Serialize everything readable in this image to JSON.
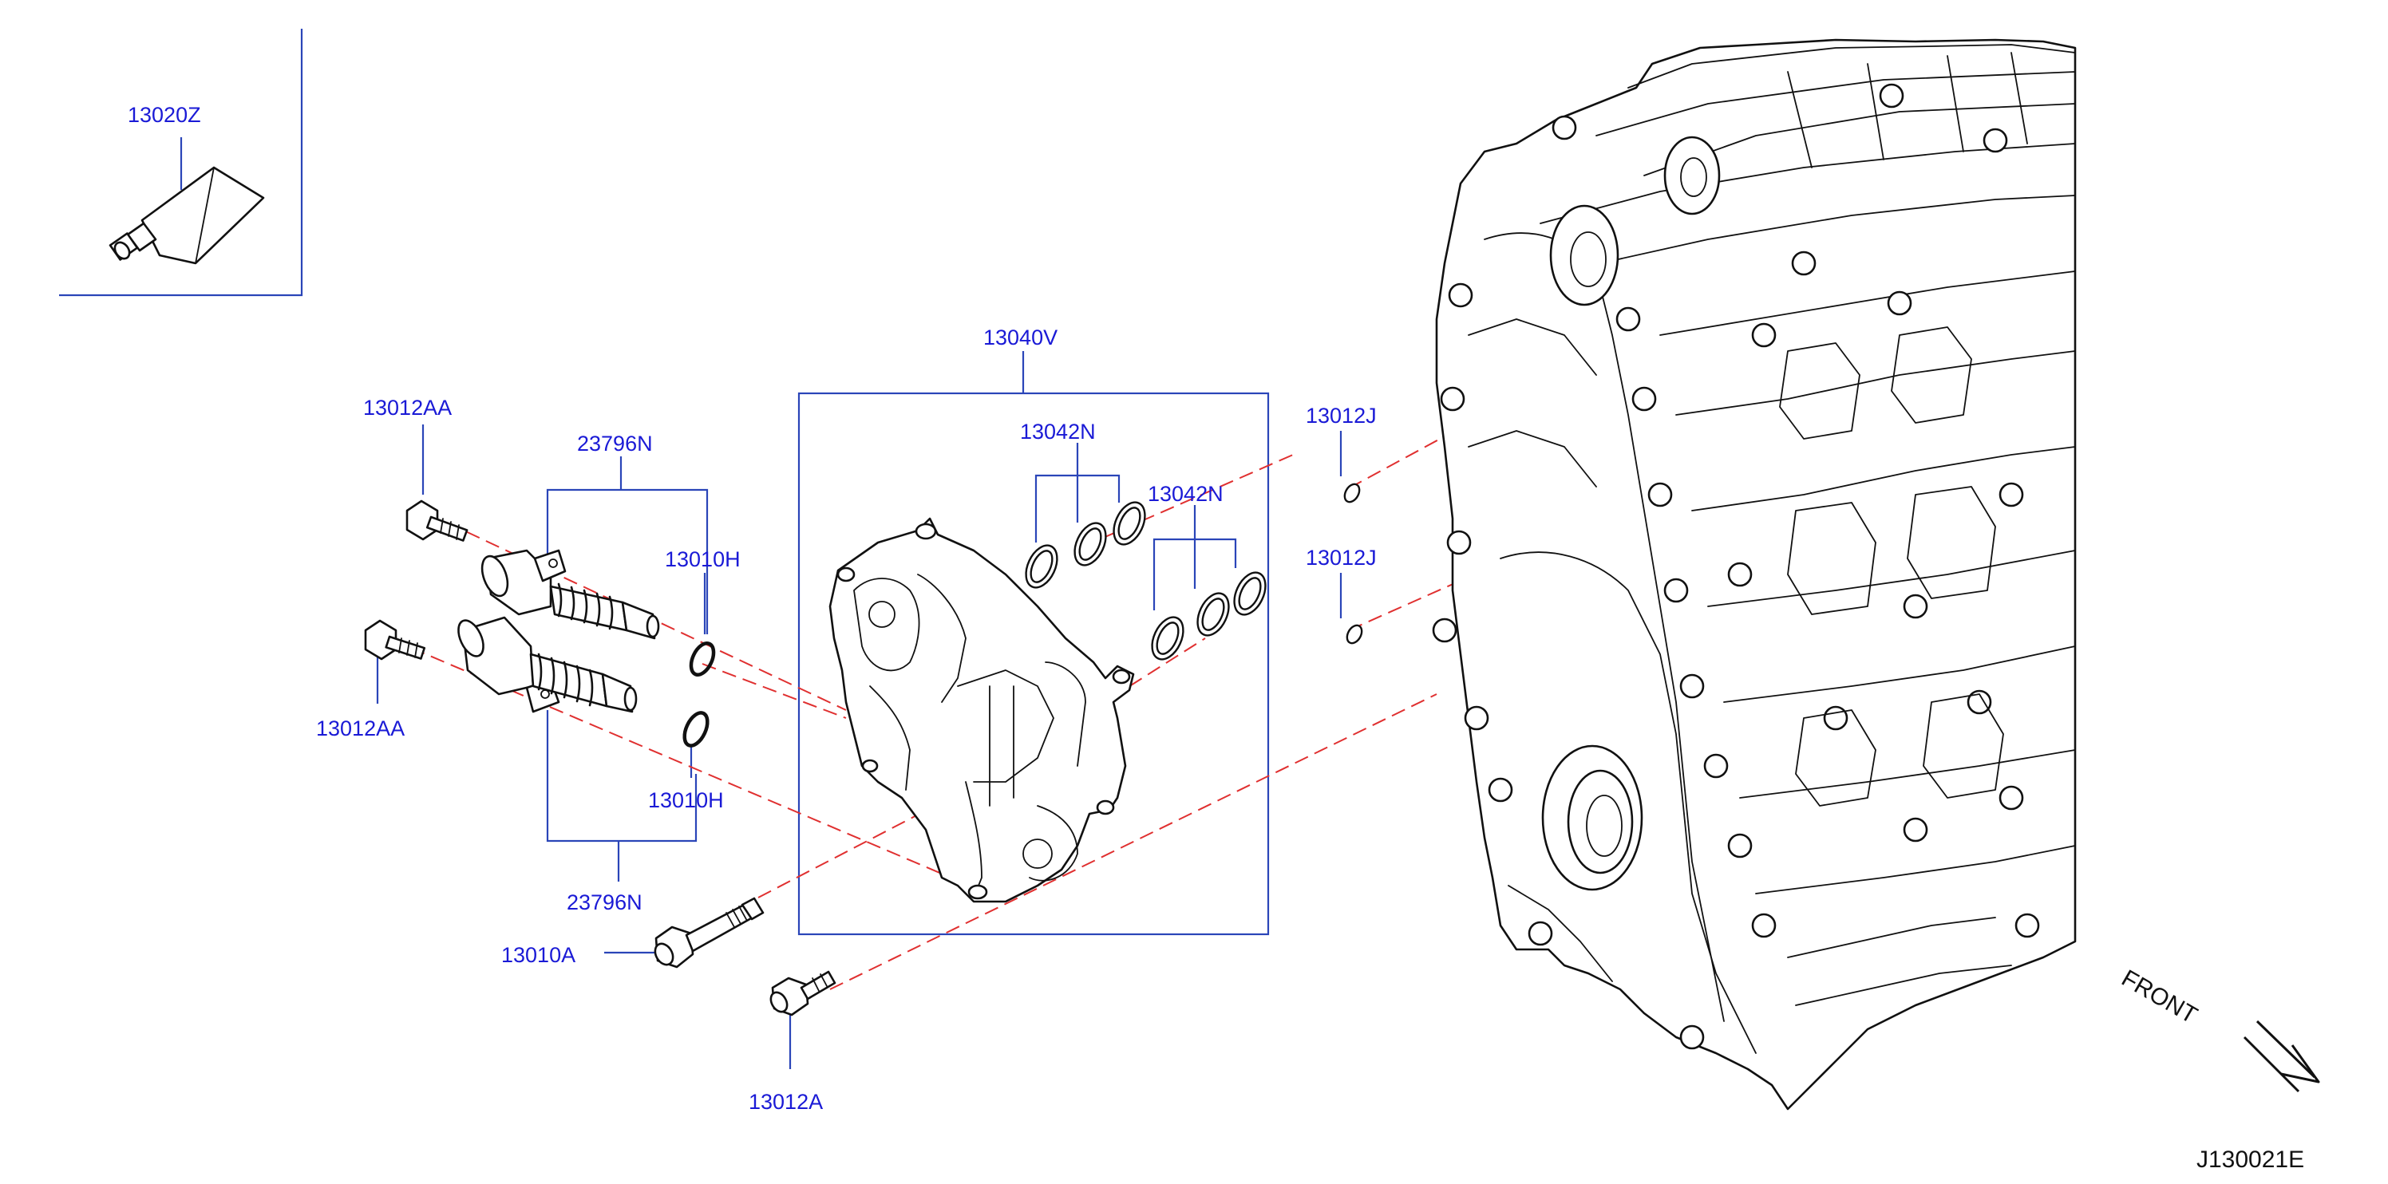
{
  "diagram_id": "J130021E",
  "orientation_label": "FRONT",
  "labels": {
    "sealant": "13020Z",
    "valve_timing_cover_assy": "13040V",
    "seal_set_upper": "13042N",
    "seal_set_right": "13042N",
    "solenoid_bolt_upper": "13012AA",
    "solenoid_bolt_lower": "13012AA",
    "solenoid_upper": "23796N",
    "solenoid_lower": "23796N",
    "oring_upper": "13010H",
    "oring_lower": "13010H",
    "washer_upper": "13012J",
    "washer_lower": "13012J",
    "long_bolt": "13010A",
    "short_bolt": "13012A"
  },
  "colors": {
    "callout_text": "#1a1ad6",
    "leader_line": "#2a45b8",
    "alignment_dash": "#e03030",
    "part_outline": "#111111"
  }
}
